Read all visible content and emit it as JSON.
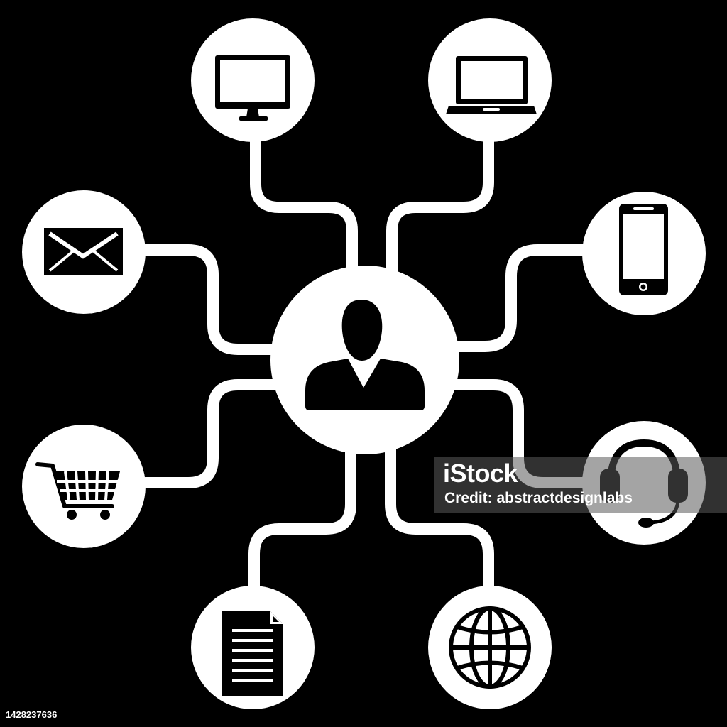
{
  "colors": {
    "background": "#000000",
    "foreground": "#ffffff"
  },
  "hub": {
    "icon": "person-icon"
  },
  "nodes": [
    {
      "id": "desktop",
      "icon": "desktop-monitor-icon"
    },
    {
      "id": "laptop",
      "icon": "laptop-icon"
    },
    {
      "id": "mail",
      "icon": "envelope-icon"
    },
    {
      "id": "phone",
      "icon": "smartphone-icon"
    },
    {
      "id": "cart",
      "icon": "shopping-cart-icon"
    },
    {
      "id": "support",
      "icon": "headset-icon"
    },
    {
      "id": "document",
      "icon": "document-icon"
    },
    {
      "id": "web",
      "icon": "globe-icon"
    }
  ],
  "watermark": {
    "logo": "iStock",
    "credit": "Credit: abstractdesignlabs"
  },
  "stock_id": "1428237636"
}
